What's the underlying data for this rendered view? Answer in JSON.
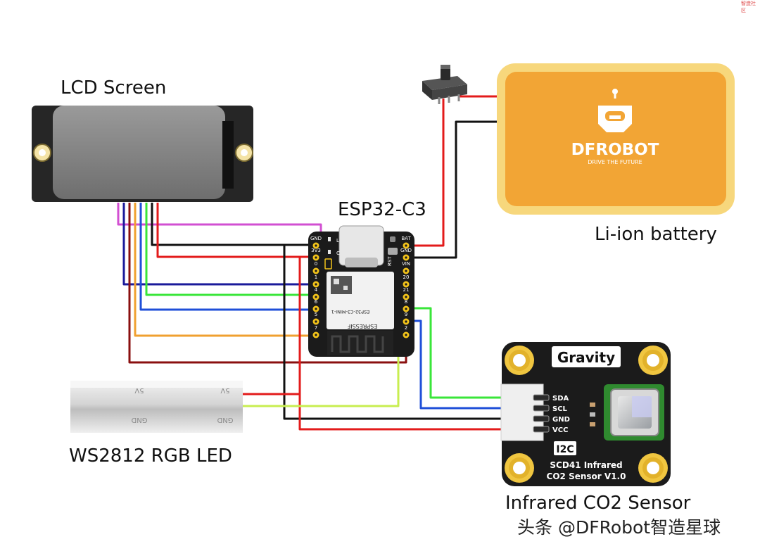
{
  "labels": {
    "lcd": "LCD Screen",
    "mcu": "ESP32-C3",
    "battery": "Li-ion battery",
    "led": "WS2812 RGB LED",
    "co2": "Infrared CO2 Sensor"
  },
  "watermark": "头条 @DFRobot智造星球",
  "corner_tag": "智造社区",
  "board": {
    "left_pins": [
      "GND",
      "3V3",
      "0",
      "1",
      "4",
      "6",
      "5",
      "7"
    ],
    "right_pins": [
      "BAT",
      "GND",
      "VIN",
      "20",
      "21",
      "8",
      "9",
      "2"
    ],
    "module_name": "ESP32-C3-MINI-1",
    "vendor": "ESPRESSIF",
    "rst": "RST",
    "led_marks": [
      "L",
      "C"
    ]
  },
  "battery": {
    "brand": "DFROBOT",
    "tagline": "DRIVE THE FUTURE"
  },
  "sensor": {
    "brand": "Gravity",
    "pins": [
      "SDA",
      "SCL",
      "GND",
      "VCC"
    ],
    "bus": "I2C",
    "model_line1": "SCD41 Infrared",
    "model_line2": "CO2 Sensor V1.0"
  },
  "led_strip": {
    "pad_top": "5V",
    "pad_bottom": "GND"
  },
  "colors": {
    "red": "#e31b1b",
    "black": "#111111",
    "dark_red": "#8a0f0f",
    "magenta": "#d24fd2",
    "navy": "#1a1a9a",
    "green": "#39e639",
    "blue": "#1f4fd8",
    "orange": "#f0a030",
    "yellow_green": "#c8ee50",
    "battery_orange": "#f2a535",
    "battery_rim": "#f7d77c",
    "board_black": "#1b1b1b"
  }
}
